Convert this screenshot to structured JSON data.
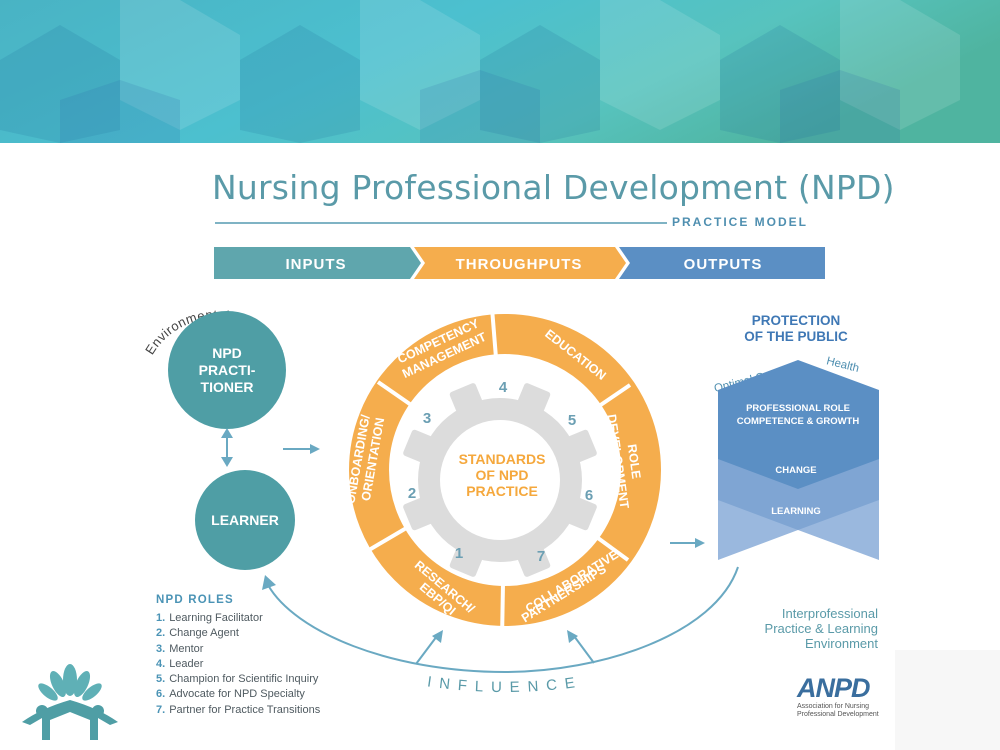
{
  "title": "Nursing Professional Development (NPD)",
  "subtitle": "PRACTICE MODEL",
  "phases": [
    "INPUTS",
    "THROUGHPUTS",
    "OUTPUTS"
  ],
  "environmental_scanning": "Environmental Scanning",
  "npd_practitioner": [
    "NPD",
    "PRACTI-",
    "TIONER"
  ],
  "learner": "LEARNER",
  "gear_center": [
    "STANDARDS",
    "OF NPD",
    "PRACTICE"
  ],
  "gear_numbers": [
    "1",
    "2",
    "3",
    "4",
    "5",
    "6",
    "7"
  ],
  "ring_segments": {
    "competency": [
      "COMPETENCY",
      "MANAGEMENT"
    ],
    "education": "EDUCATION",
    "role_dev": [
      "ROLE",
      "DEVELOPMENT"
    ],
    "collab": [
      "COLLABORATIVE",
      "PARTNERSHIPS"
    ],
    "research": [
      "RESEARCH/",
      "EBP/QI"
    ],
    "onboarding": [
      "ONBOARDING/",
      "ORIENTATION"
    ]
  },
  "outputs": {
    "header": [
      "PROTECTION",
      "OF THE PUBLIC"
    ],
    "optimal_care": "Optimal Care",
    "health": "Health",
    "chevrons": [
      [
        "PROFESSIONAL ROLE",
        "COMPETENCE & GROWTH"
      ],
      [
        "CHANGE"
      ],
      [
        "LEARNING"
      ]
    ]
  },
  "influence": "INFLUENCE",
  "roles_header": "NPD ROLES",
  "roles": [
    {
      "num": "1.",
      "label": "Learning Facilitator"
    },
    {
      "num": "2.",
      "label": "Change Agent"
    },
    {
      "num": "3.",
      "label": "Mentor"
    },
    {
      "num": "4.",
      "label": "Leader"
    },
    {
      "num": "5.",
      "label": "Champion for Scientific Inquiry"
    },
    {
      "num": "6.",
      "label": "Advocate for NPD Specialty"
    },
    {
      "num": "7.",
      "label": "Partner for Practice Transitions"
    }
  ],
  "environment": [
    "Interprofessional",
    "Practice & Learning",
    "Environment"
  ],
  "logo": {
    "name": "ANPD",
    "sub": [
      "Association for Nursing",
      "Professional Development"
    ]
  },
  "colors": {
    "teal": "#4f9ea5",
    "orange": "#f5ad4d",
    "blue": "#5b8fc4",
    "gear": "#dcdcdc",
    "text_teal": "#5a9aa8"
  }
}
